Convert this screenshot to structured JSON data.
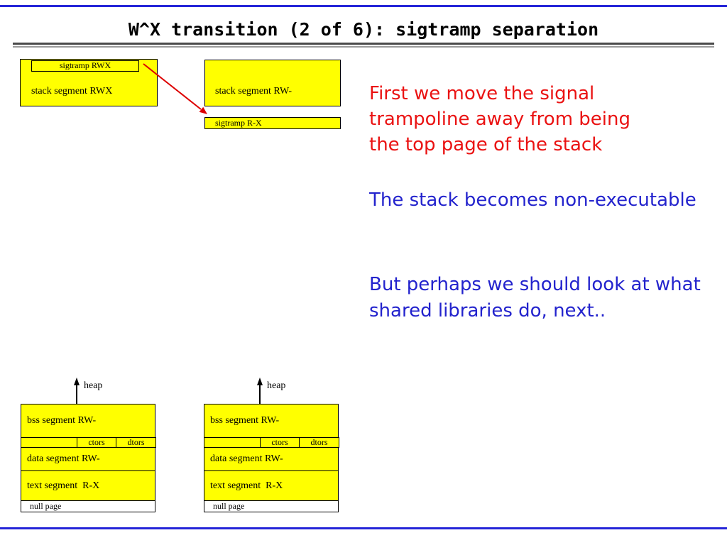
{
  "slide": {
    "title": "W^X transition (2 of 6): sigtramp separation"
  },
  "top_left_diagram": {
    "sigtramp_label": "sigtramp RWX",
    "stack_label": "stack segment RWX"
  },
  "top_middle_diagram": {
    "stack_label": "stack segment RW-",
    "sigtramp_label": "sigtramp R-X"
  },
  "annotations": {
    "red_lines": [
      "First we move the signal",
      "trampoline away from being",
      "the top page of the stack"
    ],
    "blue_line": "The stack becomes non-executable",
    "blue_lines_2": [
      "But perhaps we should look at what",
      "shared libraries do, next.."
    ]
  },
  "memory_layouts": [
    {
      "heap_label": "heap",
      "bss_label": "bss segment RW-",
      "ctors_label": "ctors",
      "dtors_label": "dtors",
      "data_label": "data segment RW-",
      "text_label": "text segment  R-X",
      "null_label": "null page"
    },
    {
      "heap_label": "heap",
      "bss_label": "bss segment RW-",
      "ctors_label": "ctors",
      "dtors_label": "dtors",
      "data_label": "data segment RW-",
      "text_label": "text segment  R-X",
      "null_label": "null page"
    }
  ],
  "colors": {
    "box_fill": "#ffff00",
    "arrow_red": "#dd0000",
    "red_text": "#ea1212",
    "blue_text": "#2323cd",
    "border_blue": "#2525d8"
  }
}
